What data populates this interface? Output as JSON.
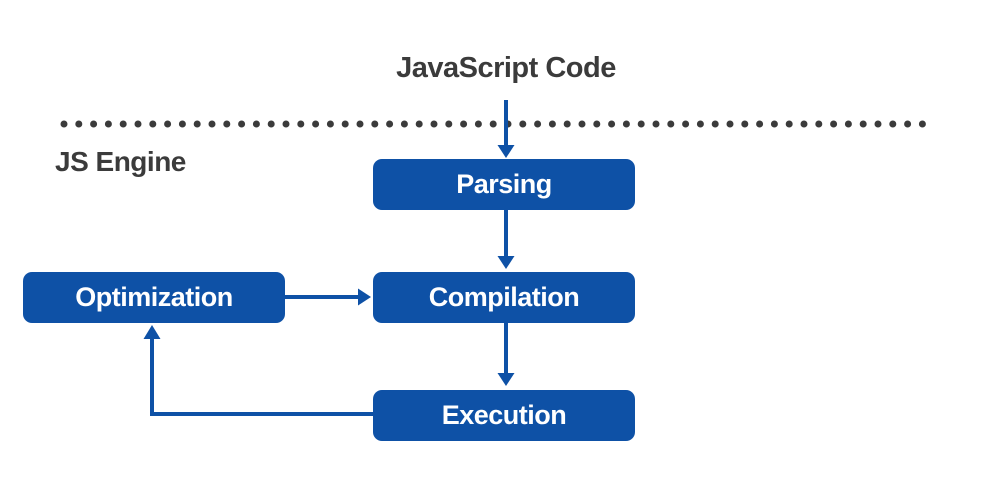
{
  "title": "JavaScript Code",
  "engine_label": "JS Engine",
  "nodes": [
    {
      "id": "parsing",
      "label": "Parsing"
    },
    {
      "id": "optimization",
      "label": "Optimization"
    },
    {
      "id": "compilation",
      "label": "Compilation"
    },
    {
      "id": "execution",
      "label": "Execution"
    }
  ],
  "edges": [
    {
      "from": "JavaScript Code",
      "to": "Parsing",
      "style": "arrow"
    },
    {
      "from": "Parsing",
      "to": "Compilation",
      "style": "arrow"
    },
    {
      "from": "Optimization",
      "to": "Compilation",
      "style": "arrow"
    },
    {
      "from": "Compilation",
      "to": "Execution",
      "style": "arrow"
    },
    {
      "from": "Execution",
      "to": "Optimization",
      "style": "elbow-arrow"
    }
  ],
  "separator": {
    "type": "dotted-line",
    "meaning": "boundary between JavaScript code and JS engine internals"
  },
  "colors": {
    "node_fill": "#0e51a6",
    "node_text": "#ffffff",
    "arrow": "#0e51a6",
    "text_dark": "#3b3b3b",
    "background": "#ffffff"
  }
}
